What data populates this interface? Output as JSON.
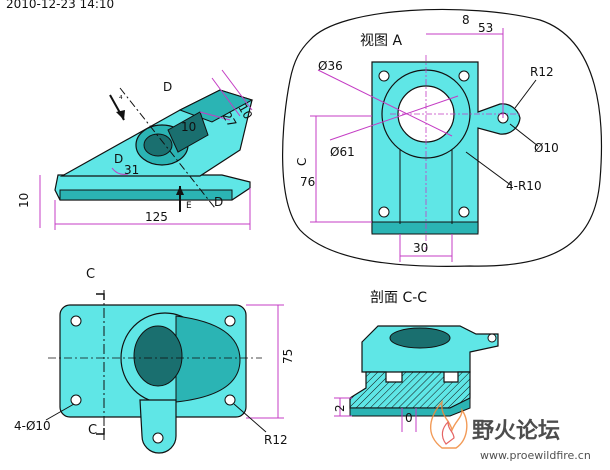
{
  "timestamp": "2010-12-23 14:10",
  "iso_view": {
    "labels": {
      "D_top": "D",
      "D_mid": "D",
      "D_bottom": "D",
      "dim_10_right": "10",
      "dim_27": "27",
      "dim_10_inner": "10",
      "dim_31": "31",
      "dim_10_left": "10",
      "dim_125": "125",
      "arrow_tag_top": "⁴",
      "arrow_tag_bottom": "E"
    }
  },
  "view_a": {
    "title": "视图 A",
    "labels": {
      "dia36": "Ø36",
      "dim_53": "53",
      "r12": "R12",
      "dia61": "Ø61",
      "dia10": "Ø10",
      "c": "C",
      "dim_76": "76",
      "r10": "4-R10",
      "dim_30": "30",
      "dim_8": "8"
    }
  },
  "top_view": {
    "labels": {
      "c_top": "C",
      "c_bottom": "C",
      "dim_75": "75",
      "holes": "4-Ø10",
      "r12": "R12"
    }
  },
  "section_view": {
    "title": "剖面 C-C",
    "labels": {
      "dim_2": "2",
      "dim_0": "0"
    }
  },
  "watermark": {
    "brand": "野火论坛",
    "url": "www.proewildfire.cn"
  },
  "colors": {
    "part_fill": "#5fe6e6",
    "part_shadow": "#2bb4b4",
    "part_dark": "#1a6f6f",
    "dimension_line": "#c43cc4",
    "leader_line": "#111111",
    "watermark_red": "#e04a4a",
    "watermark_orange": "#f08a3c"
  }
}
